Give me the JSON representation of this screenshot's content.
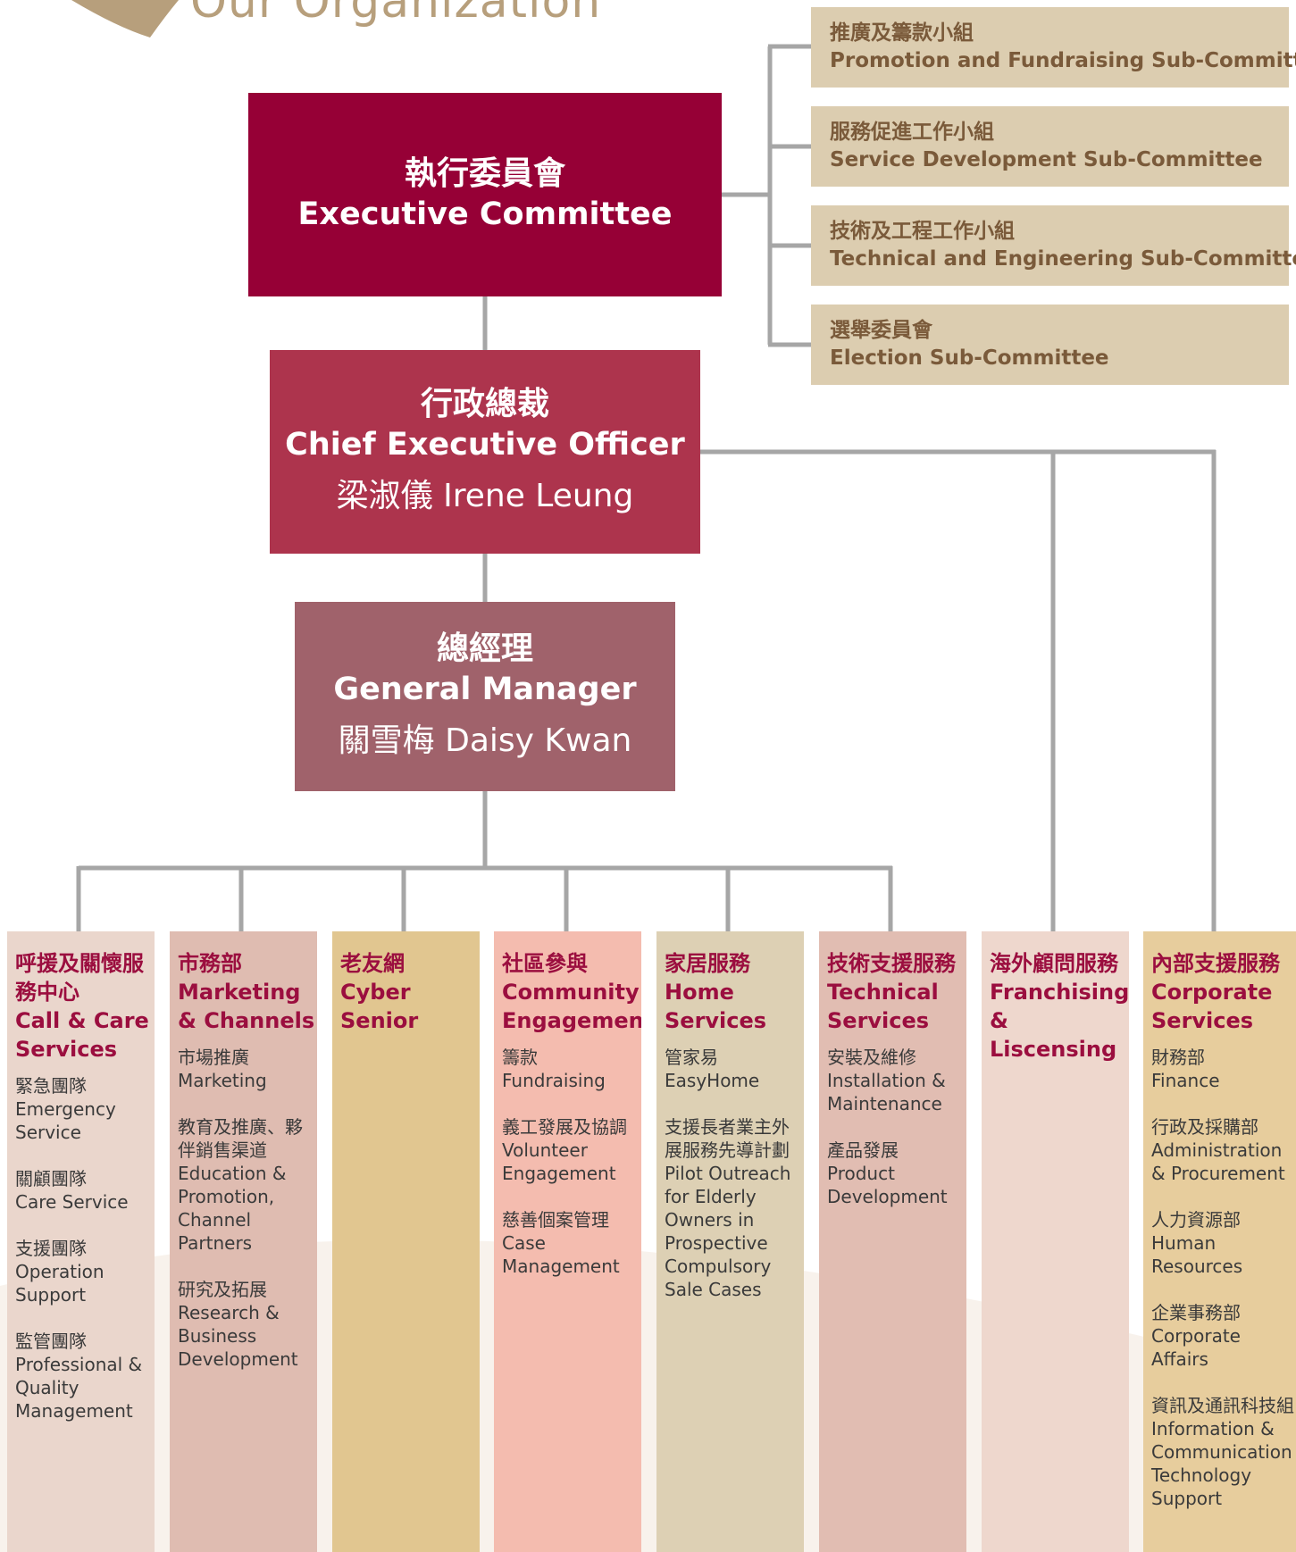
{
  "title": "Our Organization",
  "colors": {
    "executive": "#960036",
    "ceo": "#ad344d",
    "gm": "#a0626b",
    "subcommittee_bg": "#dccdb0",
    "subcommittee_text": "#7a5a3a",
    "connector": "#a6a6a6",
    "department_heading": "#9b0e3f"
  },
  "executive": {
    "zh": "執行委員會",
    "en": "Executive Committee"
  },
  "subcommittees": [
    {
      "zh": "推廣及籌款小組",
      "en": "Promotion and Fundraising Sub-Committee"
    },
    {
      "zh": "服務促進工作小組",
      "en": "Service Development Sub-Committee"
    },
    {
      "zh": "技術及工程工作小組",
      "en": "Technical and Engineering Sub-Committee"
    },
    {
      "zh": "選舉委員會",
      "en": "Election Sub-Committee"
    }
  ],
  "ceo": {
    "zh": "行政總裁",
    "en": "Chief Executive Officer",
    "person": "梁淑儀 Irene Leung"
  },
  "gm": {
    "zh": "總經理",
    "en": "General Manager",
    "person": "關雪梅 Daisy Kwan"
  },
  "departments": [
    {
      "zh": "呼援及關懷服務中心",
      "en": "Call & Care Services",
      "color": "#ead6cc",
      "items": [
        {
          "zh": "緊急團隊",
          "en": "Emergency Service"
        },
        {
          "zh": "關顧團隊",
          "en": "Care Service"
        },
        {
          "zh": "支援團隊",
          "en": "Operation Support"
        },
        {
          "zh": "監管團隊",
          "en": "Professional & Quality Management"
        }
      ]
    },
    {
      "zh": "市務部",
      "en": "Marketing & Channels",
      "color": "#dfbcb1",
      "items": [
        {
          "zh": "市場推廣",
          "en": "Marketing"
        },
        {
          "zh": "教育及推廣、夥伴銷售渠道",
          "en": "Education & Promotion, Channel Partners"
        },
        {
          "zh": "研究及拓展",
          "en": "Research & Business Development"
        }
      ]
    },
    {
      "zh": "老友網",
      "en": "Cyber Senior",
      "color": "#e1c690",
      "items": []
    },
    {
      "zh": "社區參與",
      "en": "Community Engagement",
      "color": "#f4bcaf",
      "items": [
        {
          "zh": "籌款",
          "en": "Fundraising"
        },
        {
          "zh": "義工發展及協調",
          "en": "Volunteer Engagement"
        },
        {
          "zh": "慈善個案管理",
          "en": "Case Management"
        }
      ]
    },
    {
      "zh": "家居服務",
      "en": "Home Services",
      "color": "#ddd0b4",
      "items": [
        {
          "zh": "管家易",
          "en": "EasyHome"
        },
        {
          "zh": "支援長者業主外展服務先導計劃",
          "en": "Pilot Outreach for Elderly Owners in Prospective Compulsory Sale Cases"
        }
      ]
    },
    {
      "zh": "技術支援服務",
      "en": "Technical Services",
      "color": "#e1bdb2",
      "items": [
        {
          "zh": "安裝及維修",
          "en": "Installation & Maintenance"
        },
        {
          "zh": "產品發展",
          "en": "Product Development"
        }
      ]
    },
    {
      "zh": "海外顧問服務",
      "en": "Franchising & Liscensing",
      "color": "#eed7cd",
      "items": []
    },
    {
      "zh": "內部支援服務",
      "en": "Corporate Services",
      "color": "#e7cd9d",
      "items": [
        {
          "zh": "財務部",
          "en": "Finance"
        },
        {
          "zh": "行政及採購部",
          "en": "Administration & Procurement"
        },
        {
          "zh": "人力資源部",
          "en": "Human Resources"
        },
        {
          "zh": "企業事務部",
          "en": "Corporate Affairs"
        },
        {
          "zh": "資訊及通訊科技組",
          "en": "Information & Communication Technology Support"
        }
      ]
    }
  ]
}
